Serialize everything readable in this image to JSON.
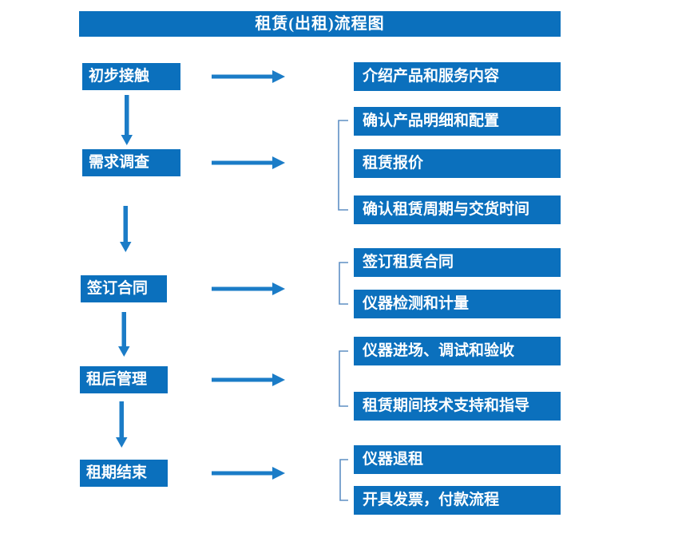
{
  "title": "租赁(出租)流程图",
  "colors": {
    "box_blue": "#0b70bd",
    "arrow_blue": "#1b7cc7",
    "bracket_blue": "#5e8fc4",
    "text": "#ffffff",
    "background": "#ffffff"
  },
  "steps": [
    {
      "label": "初步接触",
      "details": [
        "介绍产品和服务内容"
      ]
    },
    {
      "label": "需求调查",
      "details": [
        "确认产品明细和配置",
        "租赁报价",
        "确认租赁周期与交货时间"
      ]
    },
    {
      "label": "签订合同",
      "details": [
        "签订租赁合同",
        "仪器检测和计量"
      ]
    },
    {
      "label": "租后管理",
      "details": [
        "仪器进场、调试和验收",
        "租赁期间技术支持和指导"
      ]
    },
    {
      "label": "租期结束",
      "details": [
        "仪器退租",
        "开具发票，付款流程"
      ]
    }
  ]
}
